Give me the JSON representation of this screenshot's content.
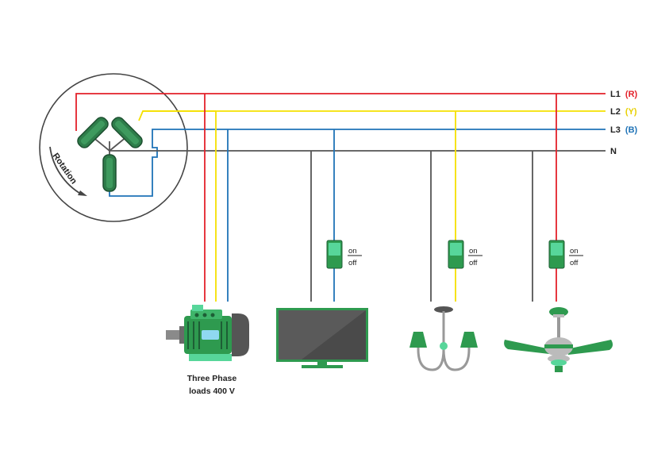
{
  "lines": [
    {
      "name": "L1",
      "phase": "(R)",
      "color": "#e3212a"
    },
    {
      "name": "L2",
      "phase": "(Y)",
      "color": "#f5e000"
    },
    {
      "name": "L3",
      "phase": "(B)",
      "color": "#1f73b7"
    },
    {
      "name": "N",
      "phase": "",
      "color": "#555555"
    }
  ],
  "generator": {
    "rotation_label": "Rotation"
  },
  "switches": [
    {
      "on": "on",
      "off": "off"
    },
    {
      "on": "on",
      "off": "off"
    },
    {
      "on": "on",
      "off": "off"
    }
  ],
  "motor": {
    "caption_line1": "Three Phase",
    "caption_line2": "loads 400 V"
  },
  "colors": {
    "green": "#2e9a4f",
    "green_dark": "#1d5e35",
    "green_light": "#57d69a",
    "device_grey": "#4a4a4a"
  }
}
